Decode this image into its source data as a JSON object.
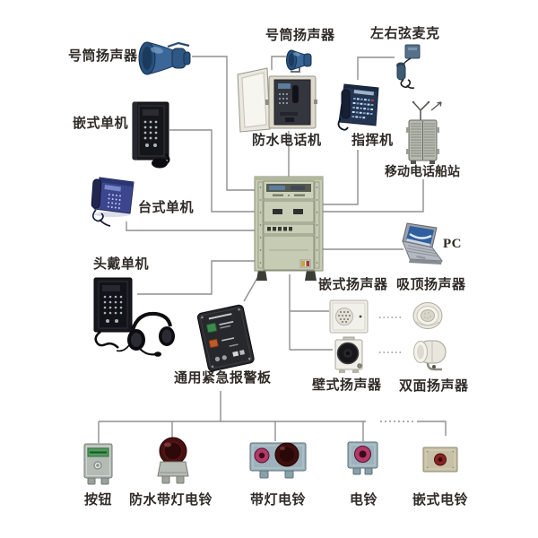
{
  "devices": {
    "horn_speaker_left": {
      "label": "号筒扬声器"
    },
    "horn_speaker_top": {
      "label": "号筒扬声器"
    },
    "gunwale_mic": {
      "label": "左右弦麦克"
    },
    "flush_mount_phone": {
      "label": "嵌式单机"
    },
    "waterproof_phone": {
      "label": "防水电话机"
    },
    "command_phone": {
      "label": "指挥机"
    },
    "mobile_ship_station": {
      "label": "移动电话船站"
    },
    "desk_phone": {
      "label": "台式单机"
    },
    "pc": {
      "label": "PC"
    },
    "headset_unit": {
      "label": "头戴单机"
    },
    "alarm_panel": {
      "label": "通用紧急报警板"
    },
    "flush_speaker": {
      "label": "嵌式扬声器"
    },
    "ceiling_speaker": {
      "label": "吸顶扬声器"
    },
    "wall_speaker": {
      "label": "壁式扬声器"
    },
    "double_sided_speaker": {
      "label": "双面扬声器"
    },
    "push_button": {
      "label": "按钮"
    },
    "waterproof_light_bell": {
      "label": "防水带灯电铃"
    },
    "light_bell": {
      "label": "带灯电铃"
    },
    "electric_bell": {
      "label": "电铃"
    },
    "flush_bell": {
      "label": "嵌式电铃"
    }
  },
  "connections": [
    {
      "from": "horn_speaker_left",
      "to": "central_cabinet",
      "style": "solid"
    },
    {
      "from": "flush_mount_phone",
      "to": "central_cabinet",
      "style": "solid"
    },
    {
      "from": "desk_phone",
      "to": "central_cabinet",
      "style": "solid"
    },
    {
      "from": "headset_unit",
      "to": "central_cabinet",
      "style": "solid"
    },
    {
      "from": "horn_speaker_top",
      "to": "waterproof_phone",
      "style": "solid"
    },
    {
      "from": "waterproof_phone",
      "to": "central_cabinet",
      "style": "solid"
    },
    {
      "from": "gunwale_mic",
      "to": "command_phone",
      "style": "solid"
    },
    {
      "from": "command_phone",
      "to": "central_cabinet",
      "style": "solid"
    },
    {
      "from": "mobile_ship_station",
      "to": "central_cabinet",
      "style": "solid"
    },
    {
      "from": "pc",
      "to": "central_cabinet",
      "style": "solid"
    },
    {
      "from": "alarm_panel",
      "to": "central_cabinet",
      "style": "solid"
    },
    {
      "from": "flush_speaker",
      "to": "central_cabinet",
      "style": "solid"
    },
    {
      "from": "wall_speaker",
      "to": "central_cabinet",
      "style": "solid"
    },
    {
      "from": "flush_speaker",
      "to": "ceiling_speaker",
      "style": "dotted"
    },
    {
      "from": "wall_speaker",
      "to": "double_sided_speaker",
      "style": "dotted"
    },
    {
      "from": "alarm_panel",
      "to": "bell_bus",
      "style": "solid"
    },
    {
      "from": "push_button",
      "to": "bell_bus",
      "style": "solid"
    },
    {
      "from": "waterproof_light_bell",
      "to": "bell_bus",
      "style": "solid"
    },
    {
      "from": "light_bell",
      "to": "bell_bus",
      "style": "solid"
    },
    {
      "from": "electric_bell",
      "to": "bell_bus",
      "style": "solid"
    },
    {
      "from": "flush_bell",
      "to": "bell_bus",
      "style": "dotted-then-solid"
    }
  ],
  "colors": {
    "background": "#ffffff",
    "wire": "#8f8f8f",
    "label_text": "#2f2b26",
    "cabinet_body": "#c6ccb4",
    "horn_blue": "#3a6698",
    "bell_red": "#4a1010",
    "bell_magenta": "#b23a67"
  }
}
